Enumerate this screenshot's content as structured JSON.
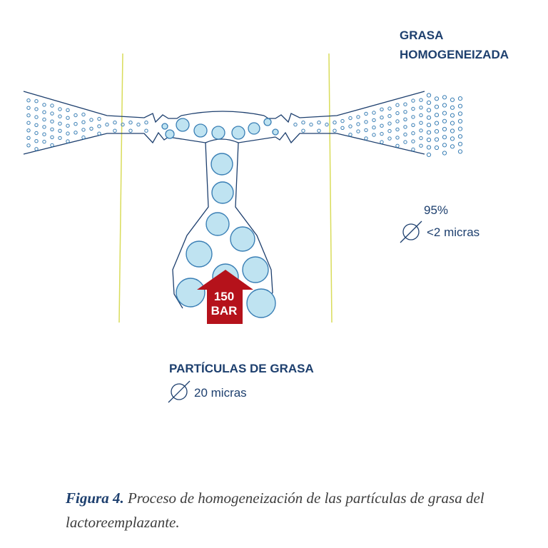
{
  "labels": {
    "homogenized_line1": "GRASA",
    "homogenized_line2": "HOMOGENEIZADA",
    "percent": "95%",
    "small_size": "<2 micras",
    "particles_title": "PARTÍCULAS DE GRASA",
    "large_size": "20 micras",
    "pressure_value": "150",
    "pressure_unit": "BAR"
  },
  "caption": {
    "figure_label": "Figura 4.",
    "text": " Proceso de homogeneización de las partículas de grasa del lactoreemplazante."
  },
  "colors": {
    "outline": "#1d3f6e",
    "particle_fill": "#bfe3f1",
    "particle_stroke": "#3a7fb5",
    "arrow": "#b5121b",
    "guide_line": "#d9dc5a",
    "text": "#1d3f6e"
  },
  "icons": {
    "diameter": "diameter-symbol-icon",
    "arrow": "pressure-arrow-icon"
  }
}
